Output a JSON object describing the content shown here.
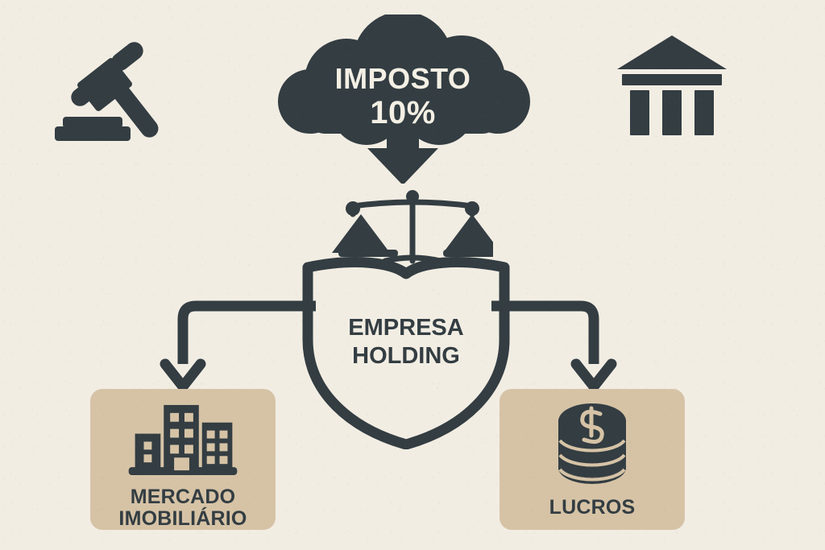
{
  "theme": {
    "background_color": "#f2ede3",
    "ink_color": "#333d42",
    "card_color": "#d6c3a6",
    "cloud_text_color": "#f4efe4"
  },
  "diagram": {
    "title_source": "IMPOSTO 10%",
    "cloud": {
      "icon": "cloud-icon",
      "title": "IMPOSTO",
      "value": "10%"
    },
    "arrow_down": {
      "icon": "arrow-down-icon"
    },
    "scales": {
      "icon": "scales-of-justice-icon"
    },
    "shield": {
      "icon": "shield-icon",
      "label_line1": "EMPRESA",
      "label_line2": "HOLDING",
      "label": "EMPRESA\nHOLDING"
    },
    "decor": [
      {
        "icon": "gavel-icon",
        "position": "top-left"
      },
      {
        "icon": "bank-building-icon",
        "position": "top-right"
      }
    ],
    "connectors": [
      {
        "icon": "elbow-arrow-left-icon",
        "from": "shield",
        "to": "card-mercado-imobiliario"
      },
      {
        "icon": "elbow-arrow-right-icon",
        "from": "shield",
        "to": "card-lucros"
      }
    ],
    "cards": [
      {
        "id": "mercado-imobiliario",
        "icon": "buildings-icon",
        "label_line1": "MERCADO",
        "label_line2": "IMOBILIÁRIO",
        "label": "MERCADO\nIMOBILIÁRIO"
      },
      {
        "id": "lucros",
        "icon": "coin-stack-icon",
        "label_line1": "LUCROS",
        "label_line2": "",
        "label": "LUCROS",
        "coin_symbol": "$"
      }
    ]
  }
}
